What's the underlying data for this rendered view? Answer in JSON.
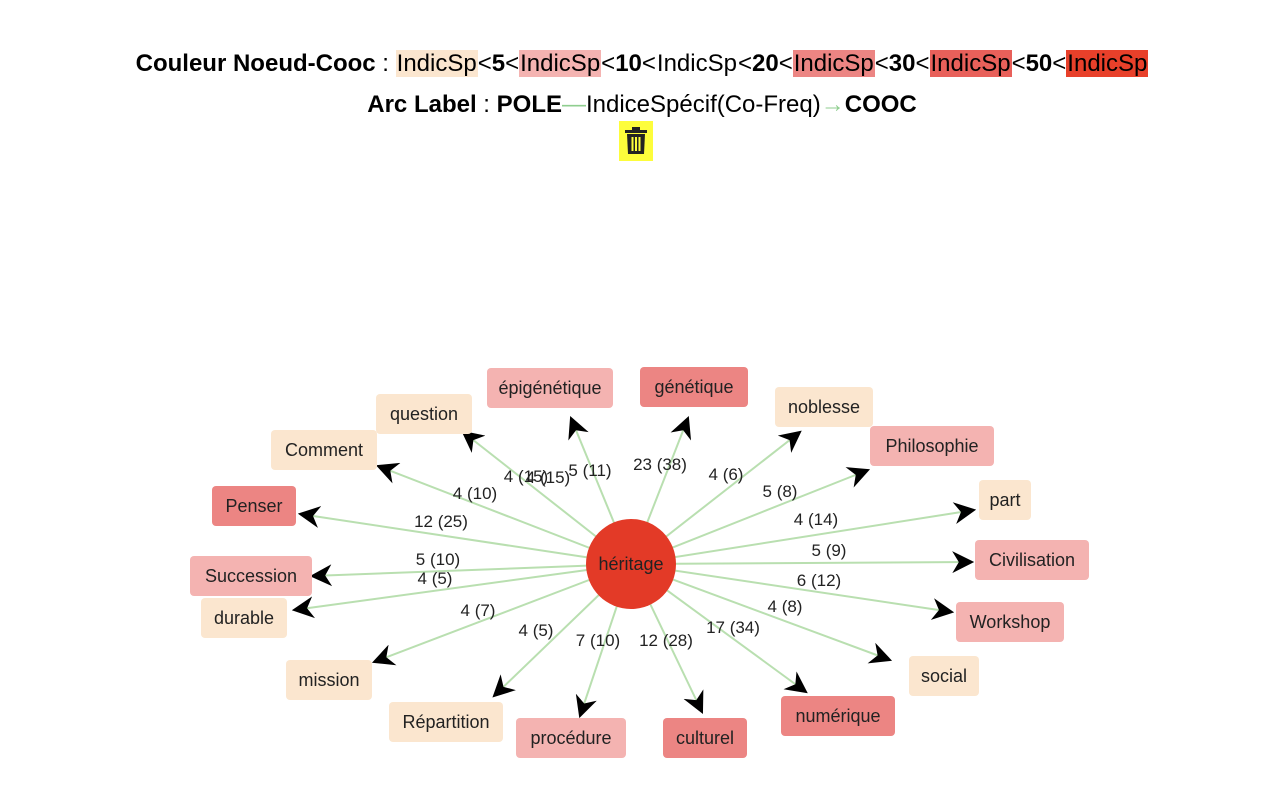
{
  "legend": {
    "node_title": "Couleur Noeud-Cooc",
    "sep": " : ",
    "swatch_label": "IndicSp",
    "lt": "<",
    "thresholds": [
      "5",
      "10",
      "20",
      "30",
      "50"
    ],
    "arc_title": "Arc Label",
    "arc_pole": "POLE",
    "arc_dash": "—",
    "arc_middle": "IndiceSpécif(Co-Freq)",
    "arc_arrow": "→",
    "arc_cooc": "COOC"
  },
  "colors": {
    "level0": "#fbe6cf",
    "level1": "#f4b3b1",
    "level3": "#ec8583",
    "level4": "#e8605a",
    "level5": "#e8402a",
    "center": "#e33a27",
    "edge": "#b9dfb0",
    "trash": "#fdfd3b"
  },
  "center": {
    "label": "héritage"
  },
  "nodes": [
    {
      "label": "épigénétique",
      "edge": "4 (15)",
      "level": 1
    },
    {
      "label": "génétique",
      "edge": "23 (38)",
      "level": 3
    },
    {
      "label": "question",
      "edge": "4 (15)",
      "level": 0
    },
    {
      "label": "noblesse",
      "edge": "4 (6)",
      "level": 0
    },
    {
      "label": "Comment",
      "edge": "4 (10)",
      "level": 0
    },
    {
      "label": "Philosophie",
      "edge": "5 (8)",
      "level": 1
    },
    {
      "label": "Penser",
      "edge": "12 (25)",
      "level": 3
    },
    {
      "label": "part",
      "edge": "4 (14)",
      "level": 0
    },
    {
      "label": "Succession",
      "edge": "5 (10)",
      "level": 1
    },
    {
      "label": "Civilisation",
      "edge": "5 (9)",
      "level": 1
    },
    {
      "label": "durable",
      "edge": "4 (5)",
      "level": 0
    },
    {
      "label": "Workshop",
      "edge": "6 (12)",
      "level": 1
    },
    {
      "label": "mission",
      "edge": "4 (7)",
      "level": 0
    },
    {
      "label": "social",
      "edge": "4 (8)",
      "level": 0
    },
    {
      "label": "Répartition",
      "edge": "4 (5)",
      "level": 0
    },
    {
      "label": "procédure",
      "edge": "7 (10)",
      "level": 1
    },
    {
      "label": "culturel",
      "edge": "12 (28)",
      "level": 3
    },
    {
      "label": "numérique",
      "edge": "17 (34)",
      "level": 3
    }
  ],
  "extra_edge_label": "5 (11)"
}
